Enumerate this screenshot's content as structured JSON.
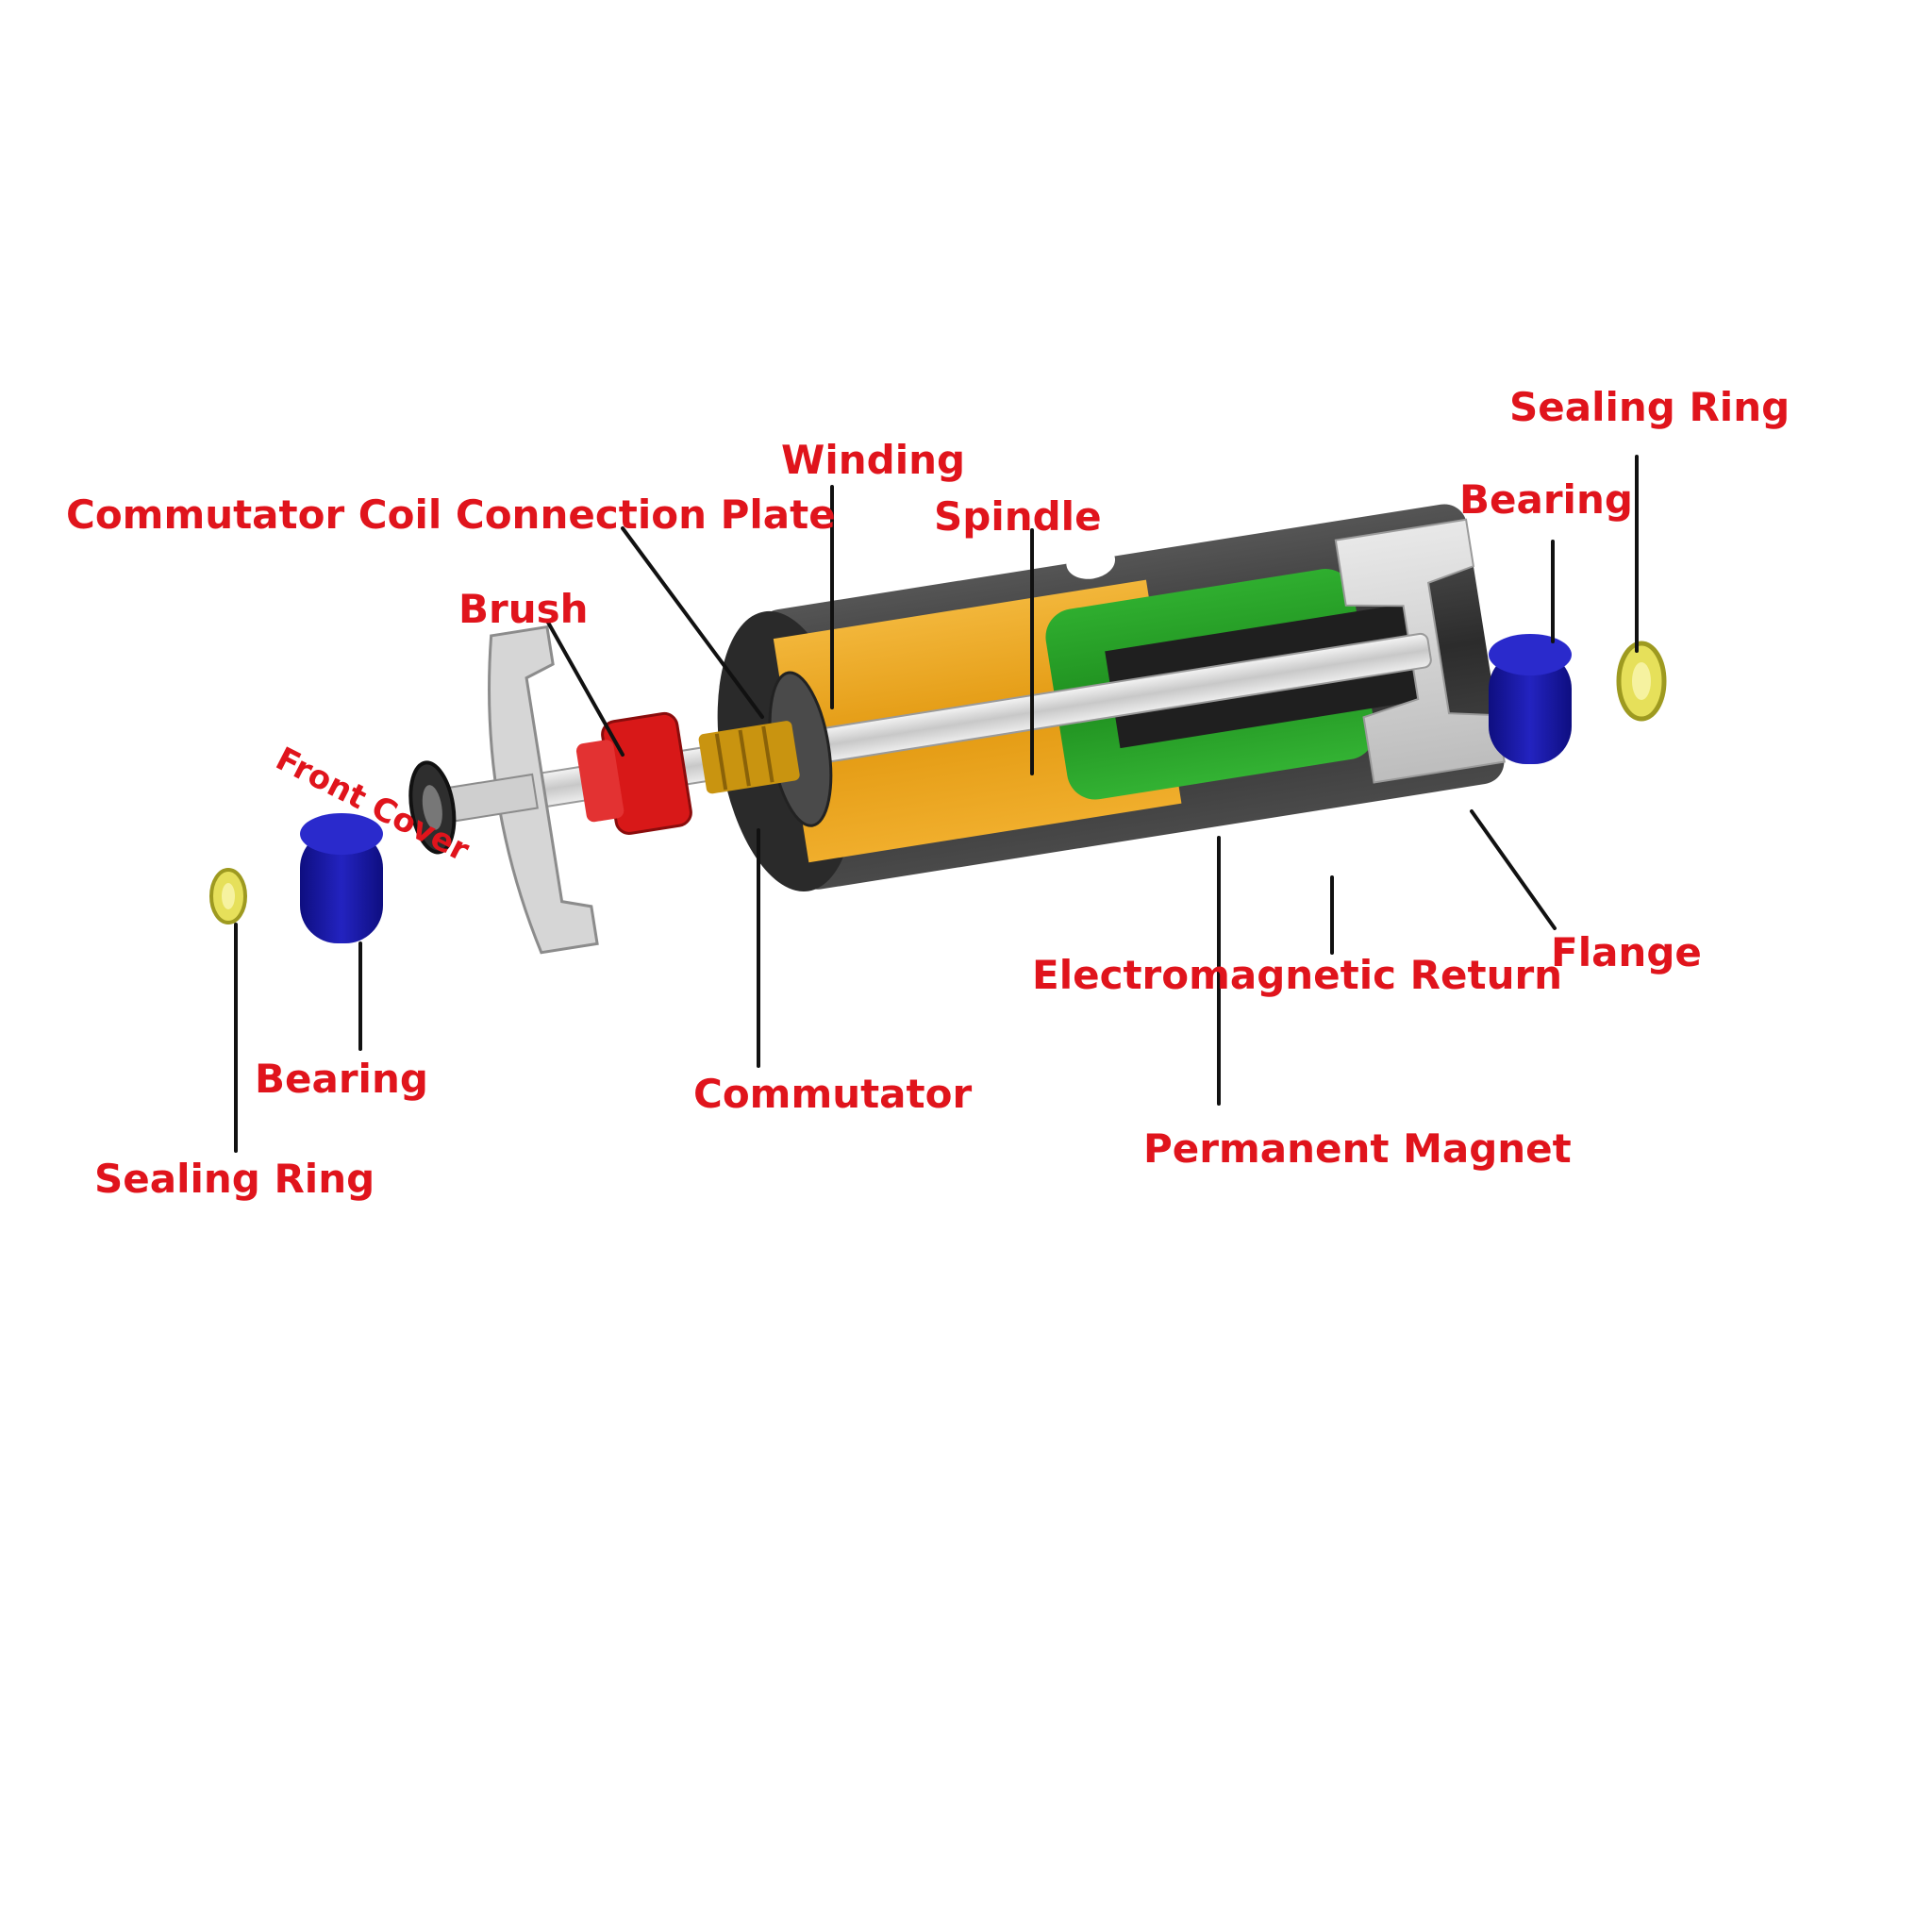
{
  "diagram": {
    "labels": {
      "sealing_ring_right": "Sealing Ring",
      "bearing_right": "Bearing",
      "winding": "Winding",
      "spindle": "Spindle",
      "commutator_coil_connection_plate": "Commutator Coil Connection Plate",
      "brush": "Brush",
      "front_cover": "Front Cover",
      "flange": "Flange",
      "electromagnetic_return": "Electromagnetic Return",
      "bearing_left": "Bearing",
      "commutator": "Commutator",
      "sealing_ring_left": "Sealing Ring",
      "permanent_magnet": "Permanent Magnet"
    },
    "colors": {
      "label_text": "#e0141c",
      "leader_line": "#111111",
      "housing": "#3a3a3a",
      "winding": "#e8a21e",
      "magnet": "#2a9a2a",
      "bearing": "#1a1aa8",
      "sealing_ring": "#e6e05a",
      "brush": "#d81818",
      "spindle": "#d9d9d9",
      "front_cover": "#d0d0d0"
    }
  }
}
